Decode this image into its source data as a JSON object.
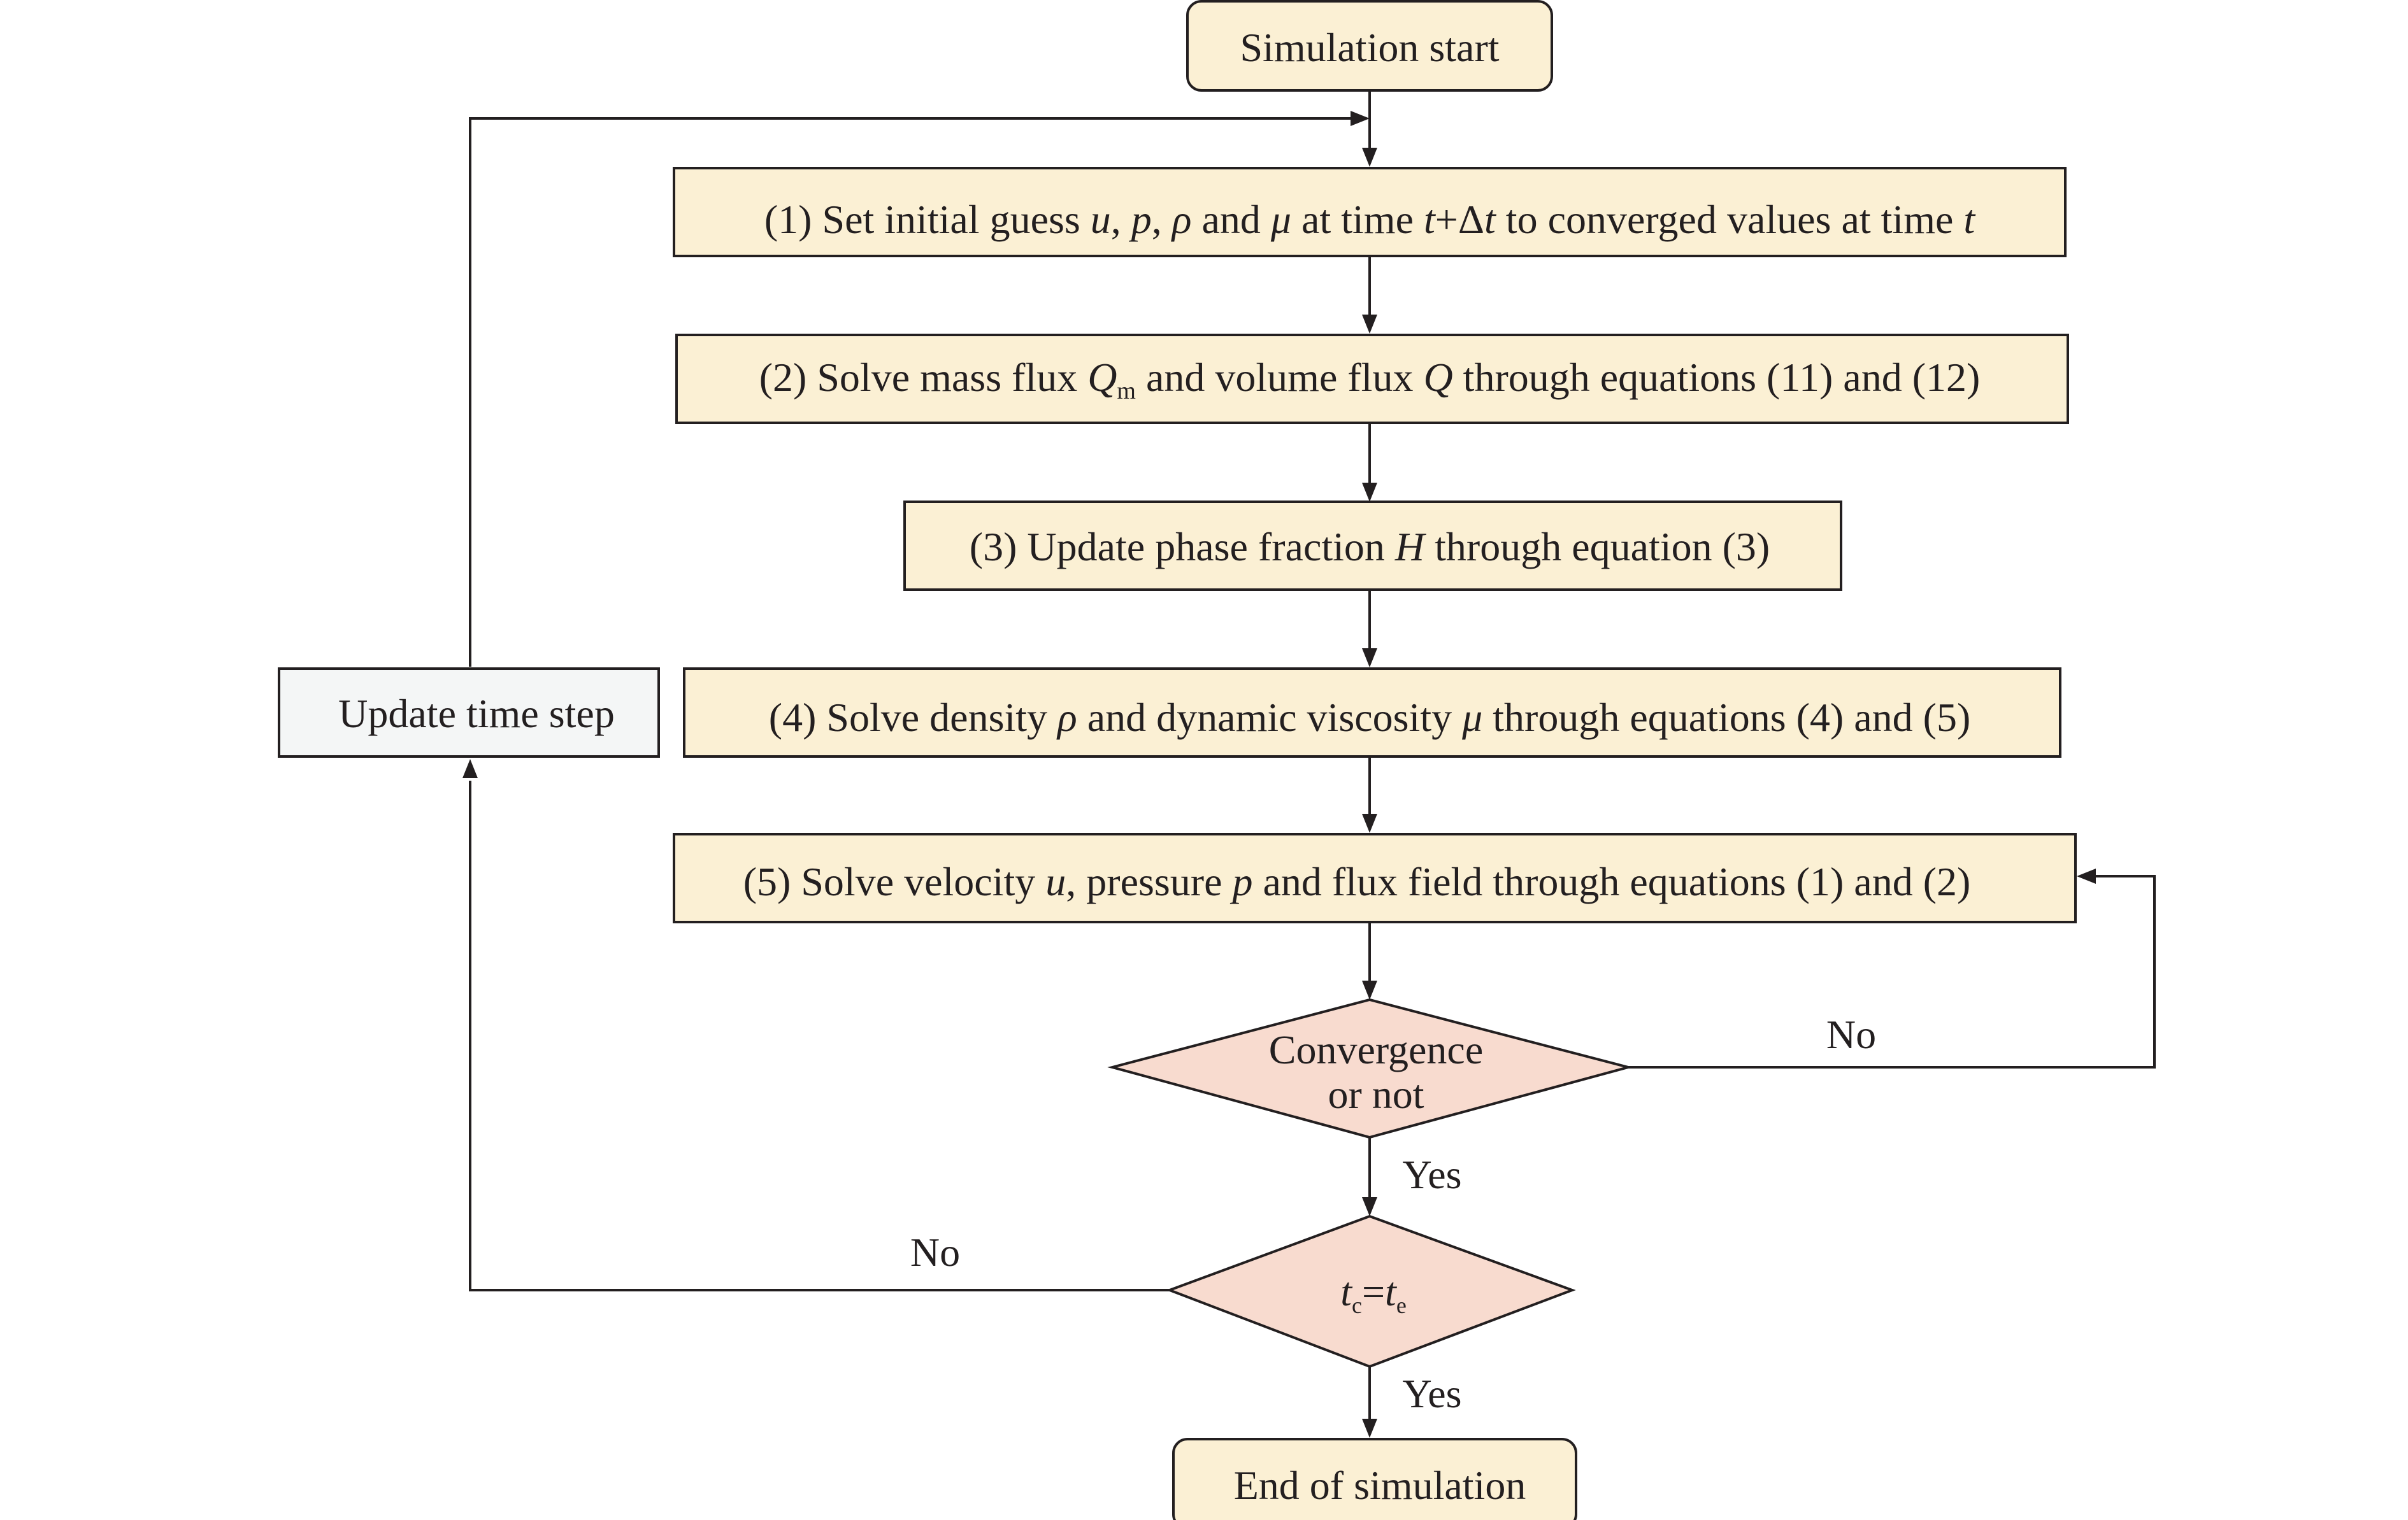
{
  "diagram": {
    "start": {
      "label": "Simulation start"
    },
    "step1": {
      "parts": [
        "(1) Set initial guess ",
        "u",
        ", ",
        "p",
        ", ",
        "ρ",
        " and ",
        "μ",
        " at time ",
        "t",
        "+Δ",
        "t",
        " to converged values at time ",
        "t"
      ]
    },
    "step2": {
      "parts": [
        "(2) Solve mass flux ",
        "Q",
        "m",
        " and volume flux ",
        "Q",
        " through equations (11) and (12)"
      ]
    },
    "step3": {
      "parts": [
        "(3) Update phase fraction ",
        "H",
        " through equation (3)"
      ]
    },
    "step4": {
      "parts": [
        "(4) Solve density ",
        "ρ",
        " and dynamic viscosity ",
        "μ",
        " through equations (4) and (5)"
      ]
    },
    "step5": {
      "parts": [
        "(5) Solve velocity ",
        "u",
        ", pressure ",
        "p",
        " and flux field through equations (1) and (2)"
      ]
    },
    "decision1": {
      "line1": "Convergence",
      "line2": "or not"
    },
    "decision2": {
      "parts": [
        "t",
        "c",
        "=",
        "t",
        "e"
      ]
    },
    "update": {
      "label": "Update time step"
    },
    "end": {
      "label": "End of simulation"
    },
    "edge_labels": {
      "no_convergence": "No",
      "yes_convergence": "Yes",
      "no_time": "No",
      "yes_time": "Yes"
    }
  }
}
